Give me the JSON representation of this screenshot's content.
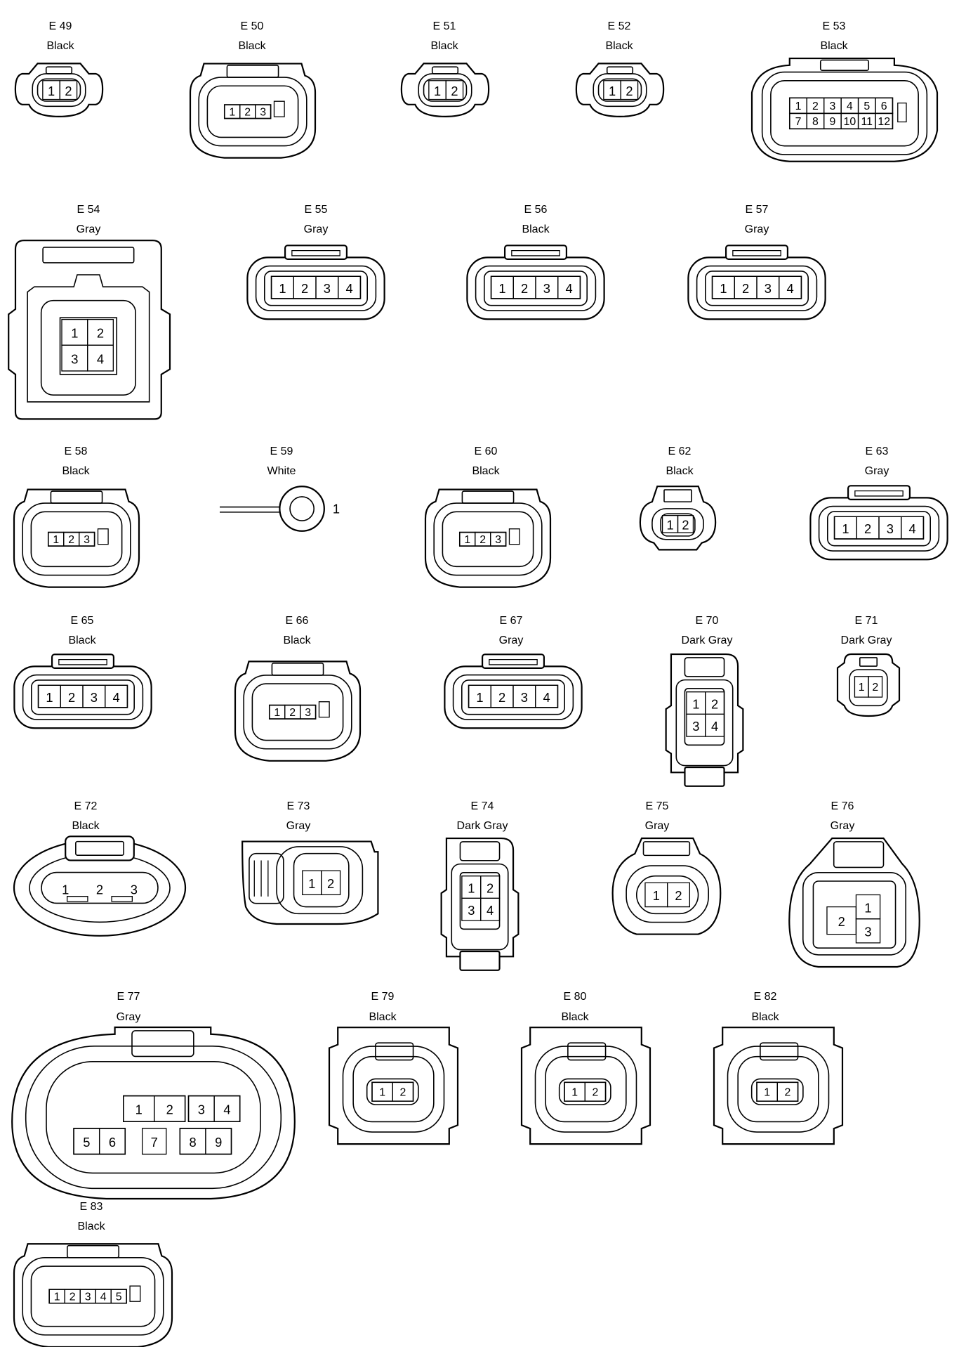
{
  "connectors": [
    {
      "id": "E 49",
      "color": "Black",
      "pins": [
        "1",
        "2"
      ]
    },
    {
      "id": "E 50",
      "color": "Black",
      "pins": [
        "1",
        "2",
        "3"
      ]
    },
    {
      "id": "E 51",
      "color": "Black",
      "pins": [
        "1",
        "2"
      ]
    },
    {
      "id": "E 52",
      "color": "Black",
      "pins": [
        "1",
        "2"
      ]
    },
    {
      "id": "E 53",
      "color": "Black",
      "pins": [
        "1",
        "2",
        "3",
        "4",
        "5",
        "6",
        "7",
        "8",
        "9",
        "10",
        "11",
        "12"
      ]
    },
    {
      "id": "E 54",
      "color": "Gray",
      "pins": [
        "1",
        "2",
        "3",
        "4"
      ]
    },
    {
      "id": "E 55",
      "color": "Gray",
      "pins": [
        "1",
        "2",
        "3",
        "4"
      ]
    },
    {
      "id": "E 56",
      "color": "Black",
      "pins": [
        "1",
        "2",
        "3",
        "4"
      ]
    },
    {
      "id": "E 57",
      "color": "Gray",
      "pins": [
        "1",
        "2",
        "3",
        "4"
      ]
    },
    {
      "id": "E 58",
      "color": "Black",
      "pins": [
        "1",
        "2",
        "3"
      ]
    },
    {
      "id": "E 59",
      "color": "White",
      "pins": [
        "1"
      ]
    },
    {
      "id": "E 60",
      "color": "Black",
      "pins": [
        "1",
        "2",
        "3"
      ]
    },
    {
      "id": "E 62",
      "color": "Black",
      "pins": [
        "1",
        "2"
      ]
    },
    {
      "id": "E 63",
      "color": "Gray",
      "pins": [
        "1",
        "2",
        "3",
        "4"
      ]
    },
    {
      "id": "E 65",
      "color": "Black",
      "pins": [
        "1",
        "2",
        "3",
        "4"
      ]
    },
    {
      "id": "E 66",
      "color": "Black",
      "pins": [
        "1",
        "2",
        "3"
      ]
    },
    {
      "id": "E 67",
      "color": "Gray",
      "pins": [
        "1",
        "2",
        "3",
        "4"
      ]
    },
    {
      "id": "E 70",
      "color": "Dark Gray",
      "pins": [
        "1",
        "2",
        "3",
        "4"
      ]
    },
    {
      "id": "E 71",
      "color": "Dark Gray",
      "pins": [
        "1",
        "2"
      ]
    },
    {
      "id": "E 72",
      "color": "Black",
      "pins": [
        "1",
        "2",
        "3"
      ]
    },
    {
      "id": "E 73",
      "color": "Gray",
      "pins": [
        "1",
        "2"
      ]
    },
    {
      "id": "E 74",
      "color": "Dark Gray",
      "pins": [
        "1",
        "2",
        "3",
        "4"
      ]
    },
    {
      "id": "E 75",
      "color": "Gray",
      "pins": [
        "1",
        "2"
      ]
    },
    {
      "id": "E 76",
      "color": "Gray",
      "pins": [
        "1",
        "2",
        "3"
      ]
    },
    {
      "id": "E 77",
      "color": "Gray",
      "pins": [
        "1",
        "2",
        "3",
        "4",
        "5",
        "6",
        "7",
        "8",
        "9"
      ]
    },
    {
      "id": "E 79",
      "color": "Black",
      "pins": [
        "1",
        "2"
      ]
    },
    {
      "id": "E 80",
      "color": "Black",
      "pins": [
        "1",
        "2"
      ]
    },
    {
      "id": "E 82",
      "color": "Black",
      "pins": [
        "1",
        "2"
      ]
    },
    {
      "id": "E 83",
      "color": "Black",
      "pins": [
        "1",
        "2",
        "3",
        "4",
        "5"
      ]
    }
  ]
}
